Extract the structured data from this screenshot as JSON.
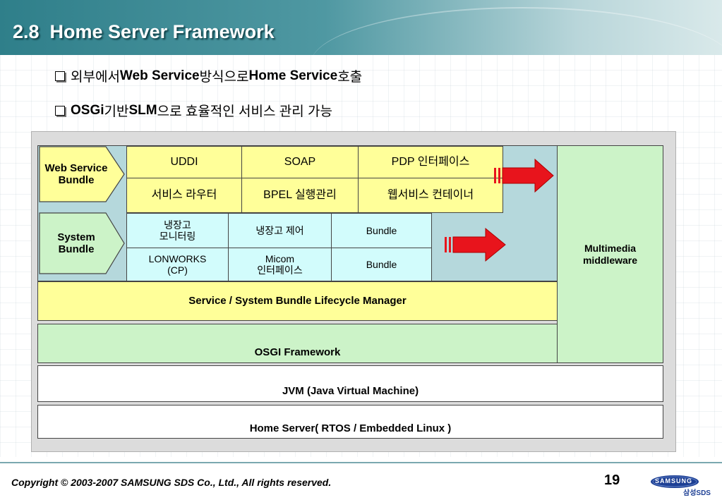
{
  "slide": {
    "title": "2.8  Home Server Framework",
    "bullets": [
      {
        "pre": "외부에서 ",
        "bold1": "Web Service",
        "mid": "방식으로 ",
        "bold2": "Home Service",
        "post": " 호출"
      },
      {
        "pre": "",
        "bold1": "OSGi",
        "mid": " 기반 ",
        "bold2": "SLM",
        "post": "으로 효율적인 서비스 관리 가능"
      }
    ]
  },
  "diagram": {
    "web_service_bundle": "Web Service Bundle",
    "system_bundle": "System Bundle",
    "web_row1": [
      "UDDI",
      "SOAP",
      "PDP 인터페이스"
    ],
    "web_row2": [
      "서비스 라우터",
      "BPEL 실행관리",
      "웹서비스 컨테이너"
    ],
    "sys_row1": [
      "냉장고\n모니터링",
      "냉장고 제어",
      "Bundle"
    ],
    "sys_row2": [
      "LONWORKS\n(CP)",
      "Micom\n인터페이스",
      "Bundle"
    ],
    "multimedia": "Multimedia middleware",
    "lifecycle": "Service / System Bundle Lifecycle Manager",
    "osgi": "OSGI Framework",
    "jvm": "JVM (Java Virtual Machine)",
    "home_server": "Home Server( RTOS / Embedded Linux )",
    "colors": {
      "yellow": "#ffff99",
      "cyan": "#d2fcfc",
      "green": "#ccf3c8",
      "arrow": "#e8141c",
      "teal": "#b5d8dc"
    }
  },
  "footer": {
    "copyright": "Copyright © 2003-2007  SAMSUNG SDS Co., Ltd., All rights reserved.",
    "page_number": "19",
    "logo_text": "SAMSUNG",
    "logo_sub": "삼성SDS"
  }
}
